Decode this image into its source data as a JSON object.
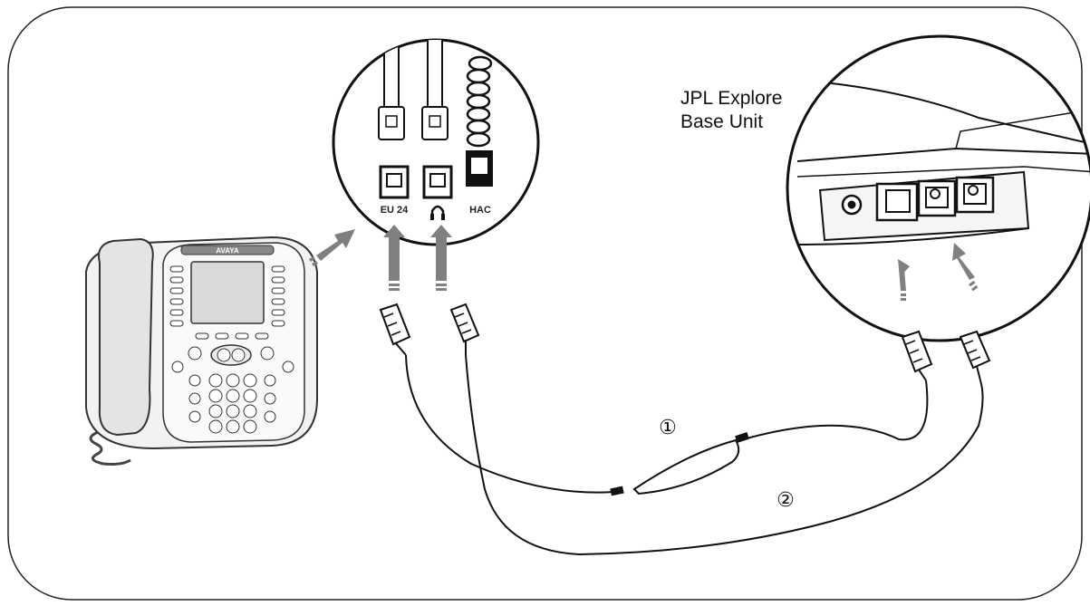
{
  "brand": "AVAYA",
  "base_unit_label": [
    "JPL Explore",
    "Base Unit"
  ],
  "ports": {
    "eu24": "EU 24",
    "hac": "HAC"
  },
  "cable_numbers": [
    "①",
    "②"
  ],
  "colors": {
    "arrow": "#7f7f7f",
    "line": "#111111",
    "frame": "#222222"
  }
}
